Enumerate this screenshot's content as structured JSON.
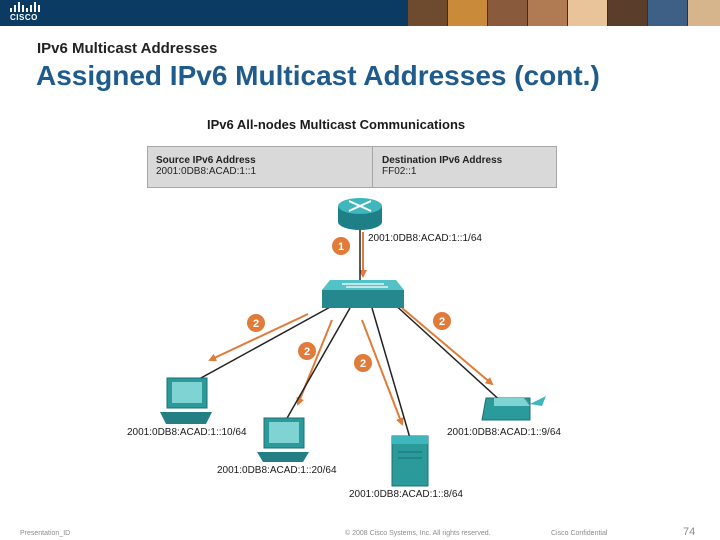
{
  "header": {
    "logo_text": "CISCO",
    "photos": [
      "#6e4a2f",
      "#c98a3a",
      "#8a5a3c",
      "#b07a52",
      "#e9c49a",
      "#5a3d2a",
      "#3e5f86",
      "#d6b48c",
      "#7a5b42"
    ]
  },
  "slide": {
    "subtitle": "IPv6 Multicast Addresses",
    "title": "Assigned IPv6 Multicast Addresses (cont.)"
  },
  "diagram": {
    "title": "IPv6 All-nodes Multicast Communications",
    "table": {
      "source_header": "Source IPv6 Address",
      "source_value": "2001:0DB8:ACAD:1::1",
      "dest_header": "Destination IPv6 Address",
      "dest_value": "FF02::1"
    },
    "router_label": "2001:0DB8:ACAD:1::1/64",
    "step_one": "1",
    "step_two": "2",
    "hosts": {
      "pc_left": "2001:0DB8:ACAD:1::10/64",
      "pc_middle": "2001:0DB8:ACAD:1::20/64",
      "server": "2001:0DB8:ACAD:1::8/64",
      "printer": "2001:0DB8:ACAD:1::9/64"
    }
  },
  "footer": {
    "presentation_id": "Presentation_ID",
    "copyright": "© 2008 Cisco Systems, Inc. All rights reserved.",
    "confidential": "Cisco Confidential",
    "page_number": "74"
  },
  "colors": {
    "accent": "#1f5c8c",
    "device_teal": "#2a9a9a",
    "arrow_orange": "#e07b39",
    "banner": "#0b3b63"
  }
}
